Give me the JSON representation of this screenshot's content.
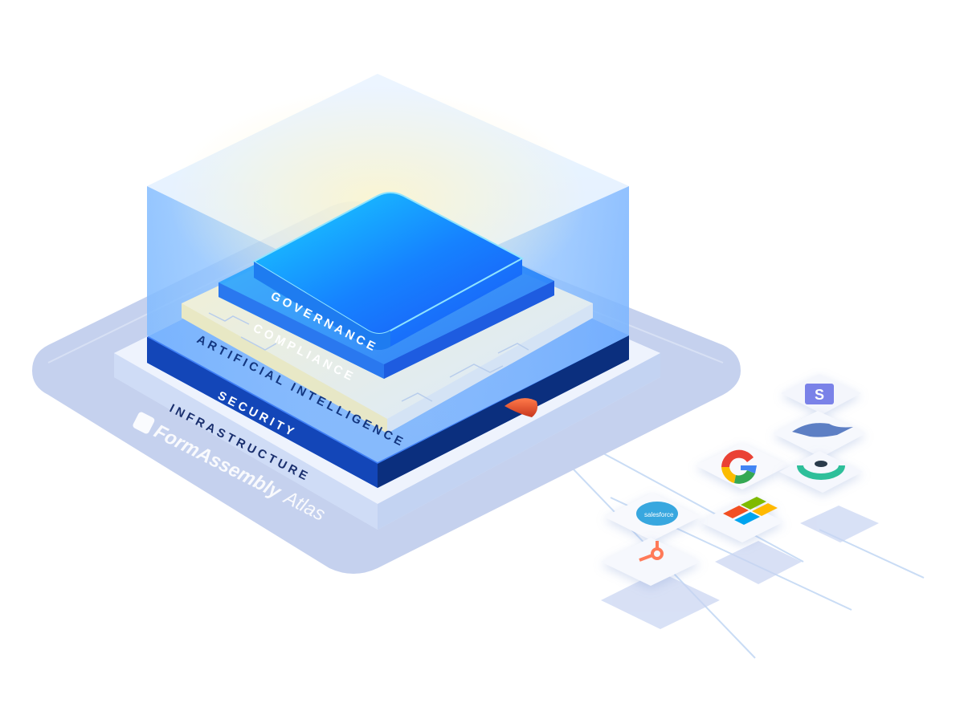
{
  "layers": {
    "infrastructure": "INFRASTRUCTURE",
    "security": "SECURITY",
    "artificial_intelligence": "ARTIFICIAL INTELLIGENCE",
    "compliance": "COMPLIANCE",
    "governance": "GOVERNANCE"
  },
  "brand": {
    "name": "FormAssembly",
    "product": "Atlas"
  },
  "integrations": {
    "items": [
      {
        "name": "stripe",
        "label": "S"
      },
      {
        "name": "python",
        "label": ""
      },
      {
        "name": "google",
        "label": ""
      },
      {
        "name": "teal-ring",
        "label": ""
      },
      {
        "name": "microsoft",
        "label": ""
      },
      {
        "name": "salesforce",
        "label": "salesforce"
      },
      {
        "name": "hubspot",
        "label": ""
      }
    ]
  },
  "colors": {
    "base": "#c7d3ef",
    "deep_blue": "#0a3c8f",
    "bright_blue": "#1e86ff",
    "cyan": "#19c9ff",
    "label_white": "#ffffff",
    "label_navy": "#102a6b",
    "shield_orange": "#e9542f"
  }
}
